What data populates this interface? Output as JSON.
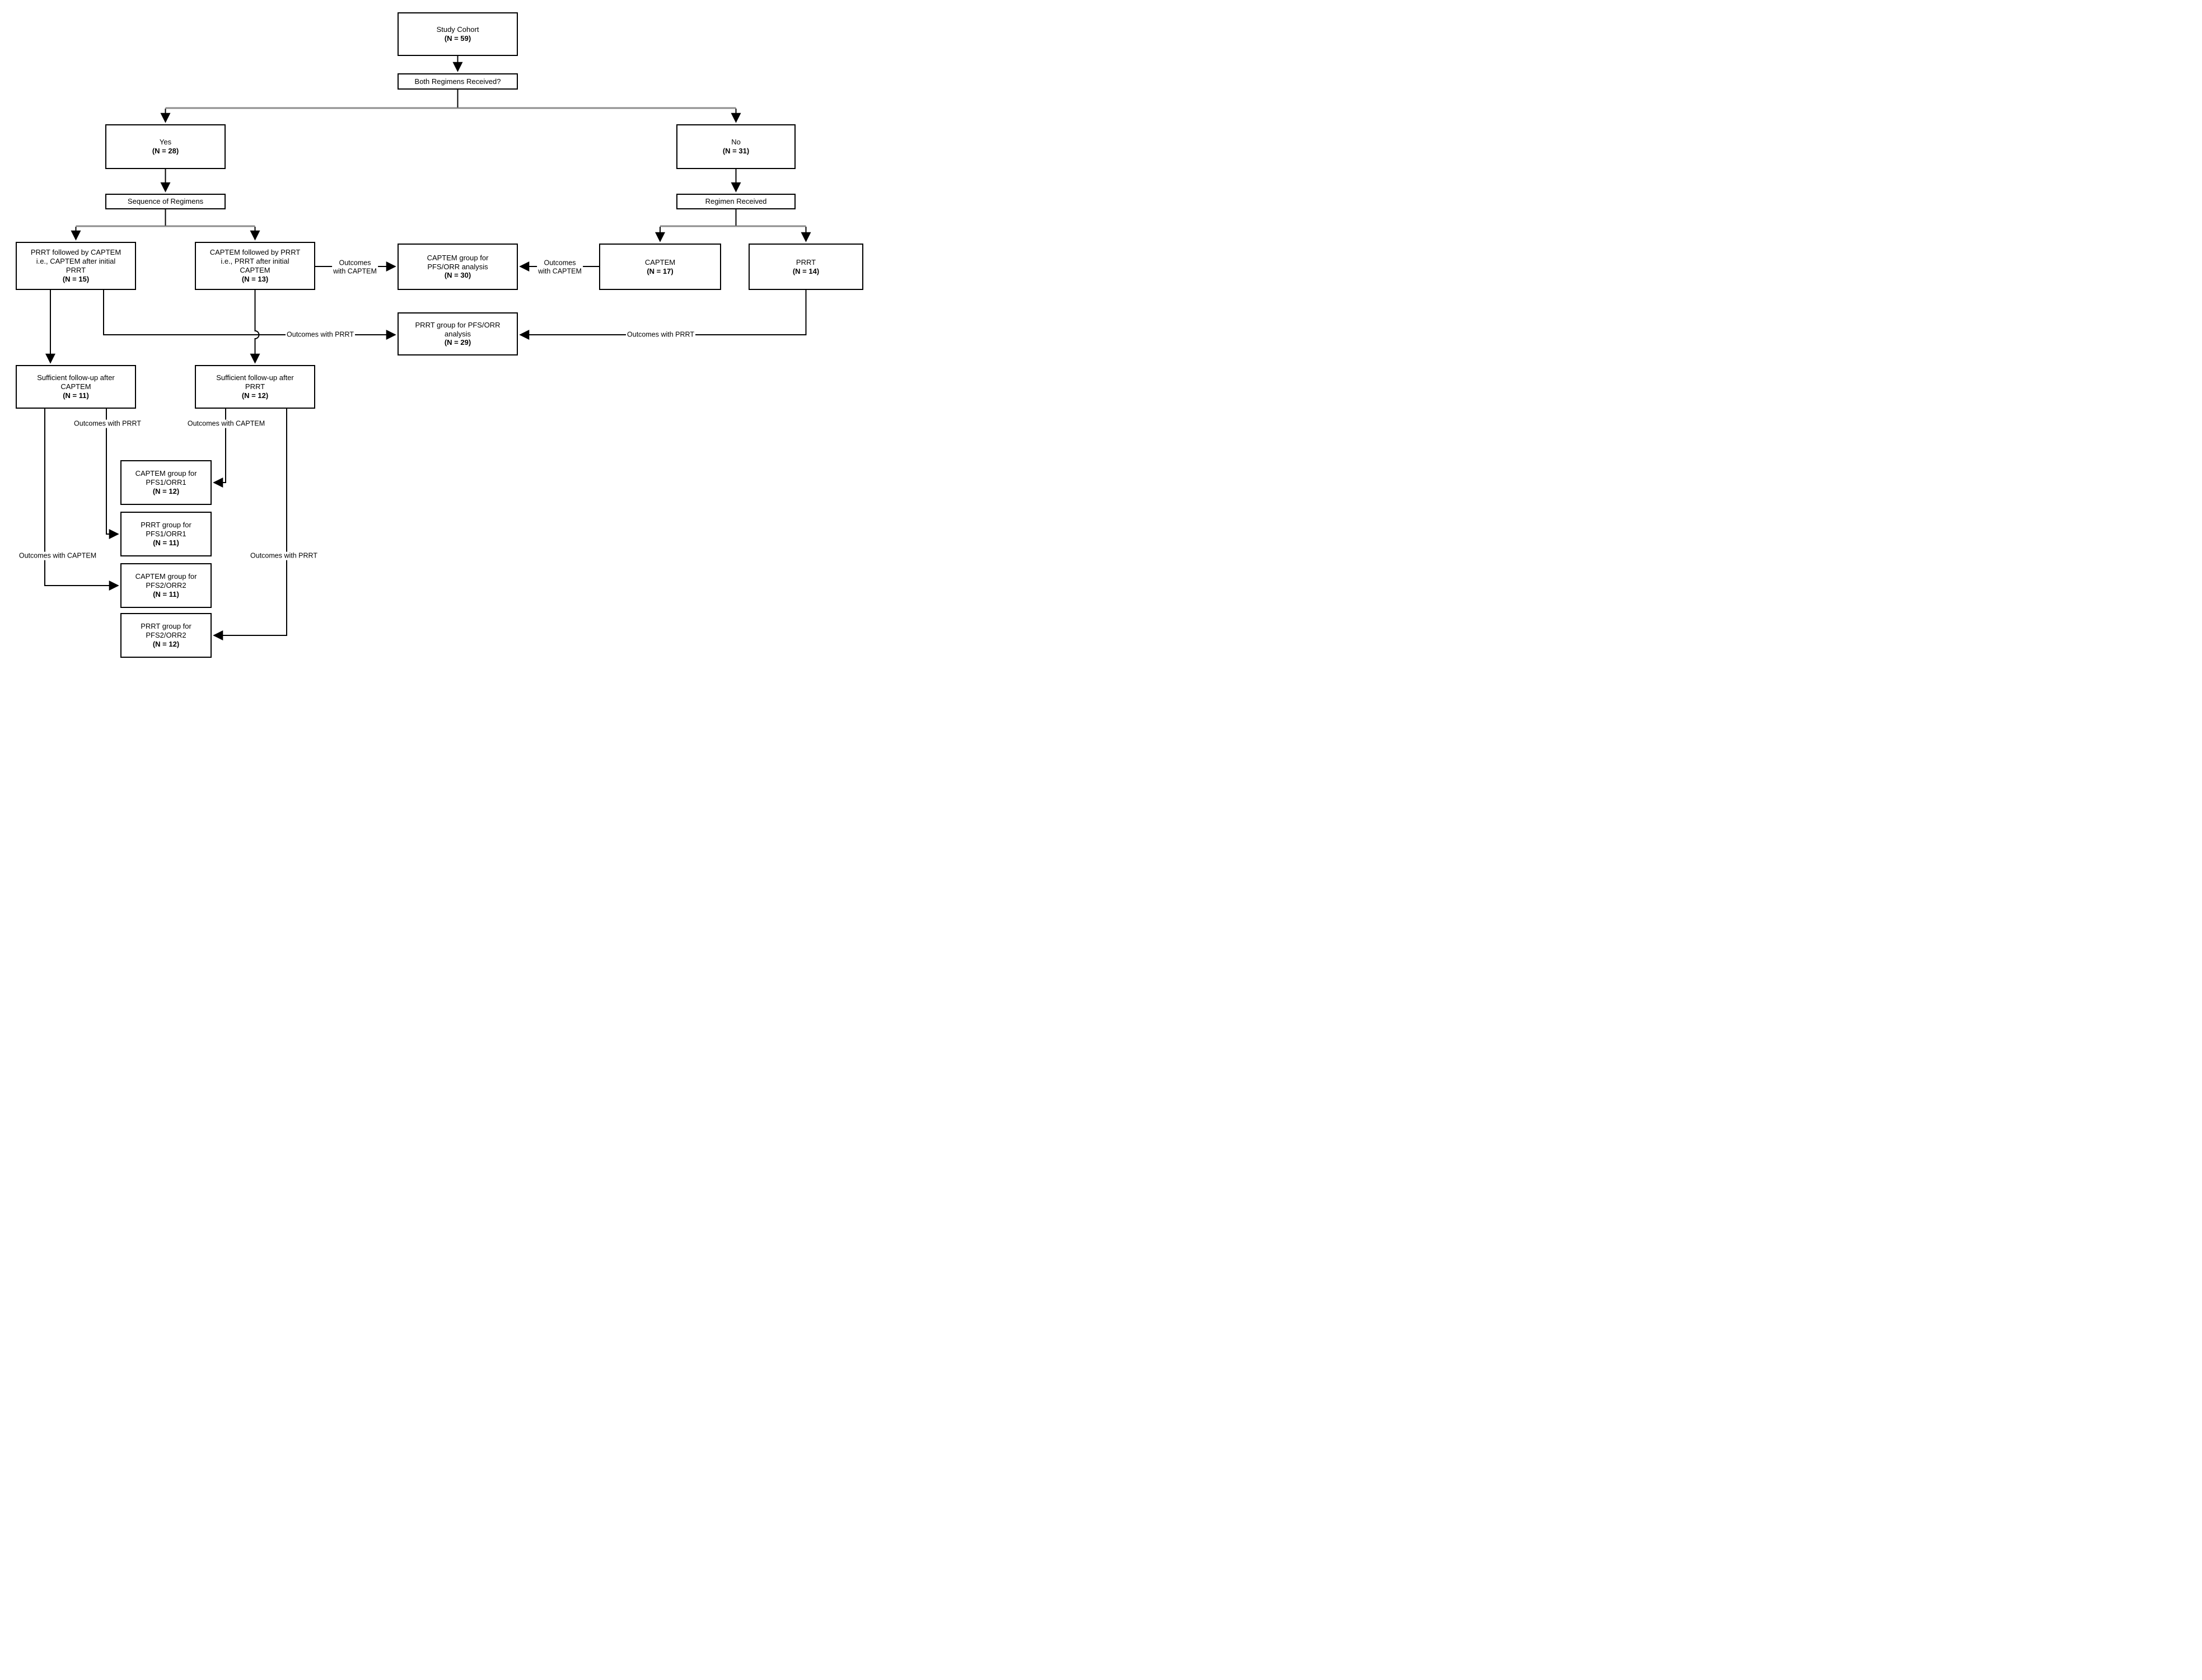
{
  "figure": {
    "type": "flow-diagram",
    "description_visible": false
  },
  "colors": {
    "background": "#ffffff",
    "box_border": "#000000",
    "line": "#000000",
    "split_bar": "#8c8c8c",
    "text": "#000000"
  },
  "nodes": {
    "study_cohort": {
      "line1": "Study Cohort",
      "n": "(N = 59)"
    },
    "both_regimens": {
      "line1": "Both Regimens Received?"
    },
    "yes": {
      "line1": "Yes",
      "n": "(N = 28)"
    },
    "no": {
      "line1": "No",
      "n": "(N = 31)"
    },
    "sequence": {
      "line1": "Sequence of Regimens"
    },
    "regimen_received": {
      "line1": "Regimen Received"
    },
    "prrt_then_captem": {
      "line1": "PRRT followed by CAPTEM",
      "line2": "i.e., CAPTEM after initial",
      "line3": "PRRT",
      "n": "(N = 15)"
    },
    "captem_then_prrt": {
      "line1": "CAPTEM followed by PRRT",
      "line2": "i.e., PRRT after initial",
      "line3": "CAPTEM",
      "n": "(N = 13)"
    },
    "captem_group_pfs_orr": {
      "line1": "CAPTEM group for",
      "line2": "PFS/ORR analysis",
      "n": "(N = 30)"
    },
    "captem_only": {
      "line1": "CAPTEM",
      "n": "(N = 17)"
    },
    "prrt_only": {
      "line1": "PRRT",
      "n": "(N = 14)"
    },
    "prrt_group_pfs_orr": {
      "line1": "PRRT group for PFS/ORR",
      "line2": "analysis",
      "n": "(N = 29)"
    },
    "sufficient_captem": {
      "line1": "Sufficient follow-up after",
      "line2": "CAPTEM",
      "n": "(N = 11)"
    },
    "sufficient_prrt": {
      "line1": "Sufficient follow-up after",
      "line2": "PRRT",
      "n": "(N = 12)"
    },
    "captem_pfs1": {
      "line1": "CAPTEM group for",
      "line2": "PFS1/ORR1",
      "n": "(N = 12)"
    },
    "prrt_pfs1": {
      "line1": "PRRT group for",
      "line2": "PFS1/ORR1",
      "n": "(N = 11)"
    },
    "captem_pfs2": {
      "line1": "CAPTEM group for",
      "line2": "PFS2/ORR2",
      "n": "(N = 11)"
    },
    "prrt_pfs2": {
      "line1": "PRRT group for",
      "line2": "PFS2/ORR2",
      "n": "(N = 12)"
    }
  },
  "edge_labels": {
    "outcomes": "Outcomes",
    "with_captem": "with CAPTEM",
    "outcomes_with_captem": "Outcomes with CAPTEM",
    "outcomes_with_prrt": "Outcomes with PRRT"
  }
}
